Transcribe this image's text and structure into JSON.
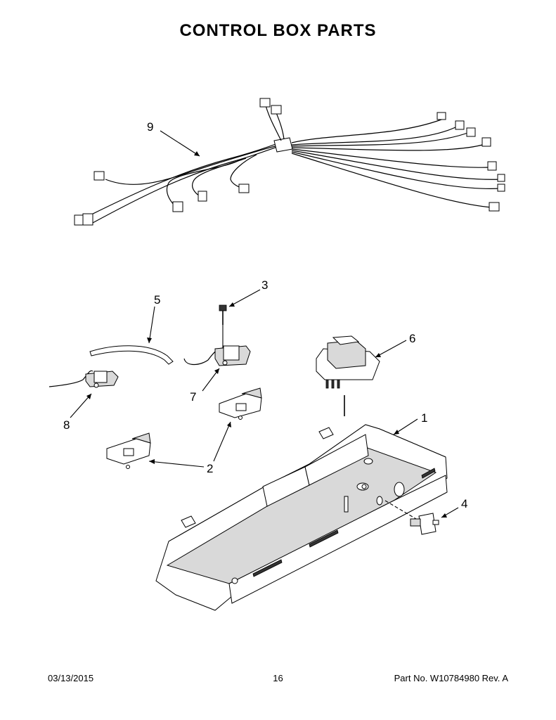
{
  "title": "CONTROL BOX PARTS",
  "callouts": [
    {
      "id": "1",
      "label": "1"
    },
    {
      "id": "2",
      "label": "2"
    },
    {
      "id": "3",
      "label": "3"
    },
    {
      "id": "4",
      "label": "4"
    },
    {
      "id": "5",
      "label": "5"
    },
    {
      "id": "6",
      "label": "6"
    },
    {
      "id": "7",
      "label": "7"
    },
    {
      "id": "8",
      "label": "8"
    },
    {
      "id": "9",
      "label": "9"
    }
  ],
  "footer": {
    "date": "03/13/2015",
    "page": "16",
    "part": "Part No.  W10784980  Rev.  A"
  }
}
